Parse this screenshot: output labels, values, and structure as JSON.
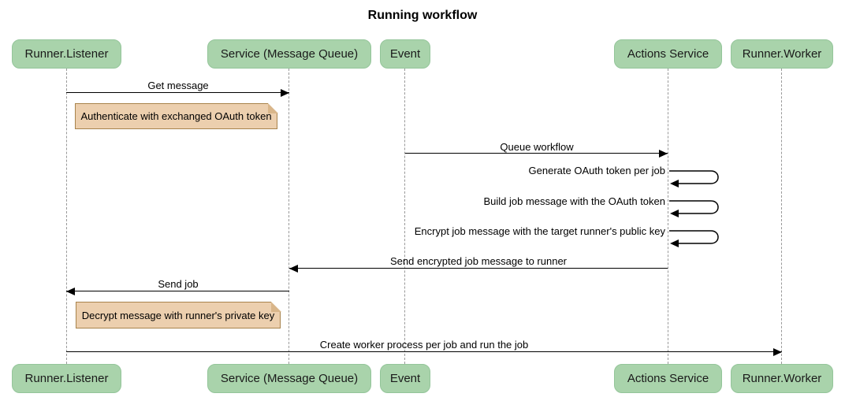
{
  "title": "Running workflow",
  "colors": {
    "actor_fill": "#a9d3ab",
    "actor_border": "#94c59a",
    "note_fill": "#eccfae",
    "note_border": "#a8834c",
    "lifeline": "#999999",
    "arrow": "#000000",
    "text": "#111111",
    "background": "#ffffff"
  },
  "participants": [
    {
      "name": "Runner.Listener"
    },
    {
      "name": "Service (Message Queue)"
    },
    {
      "name": "Event"
    },
    {
      "name": "Actions Service"
    },
    {
      "name": "Runner.Worker"
    }
  ],
  "messages": [
    {
      "type": "arrow",
      "from": "Runner.Listener",
      "to": "Service (Message Queue)",
      "label": "Get message"
    },
    {
      "type": "note",
      "over": "Runner.Listener",
      "label": "Authenticate with exchanged OAuth token"
    },
    {
      "type": "arrow",
      "from": "Event",
      "to": "Actions Service",
      "label": "Queue workflow"
    },
    {
      "type": "self",
      "actor": "Actions Service",
      "label": "Generate OAuth token per job"
    },
    {
      "type": "self",
      "actor": "Actions Service",
      "label": "Build job message with the OAuth token"
    },
    {
      "type": "self",
      "actor": "Actions Service",
      "label": "Encrypt job message with the target runner's public key"
    },
    {
      "type": "arrow",
      "from": "Actions Service",
      "to": "Service (Message Queue)",
      "label": "Send encrypted job message to runner"
    },
    {
      "type": "arrow",
      "from": "Service (Message Queue)",
      "to": "Runner.Listener",
      "label": "Send job"
    },
    {
      "type": "note",
      "over": "Runner.Listener",
      "label": "Decrypt message with runner's private key"
    },
    {
      "type": "arrow",
      "from": "Runner.Listener",
      "to": "Runner.Worker",
      "label": "Create worker process per job and run the job"
    }
  ]
}
